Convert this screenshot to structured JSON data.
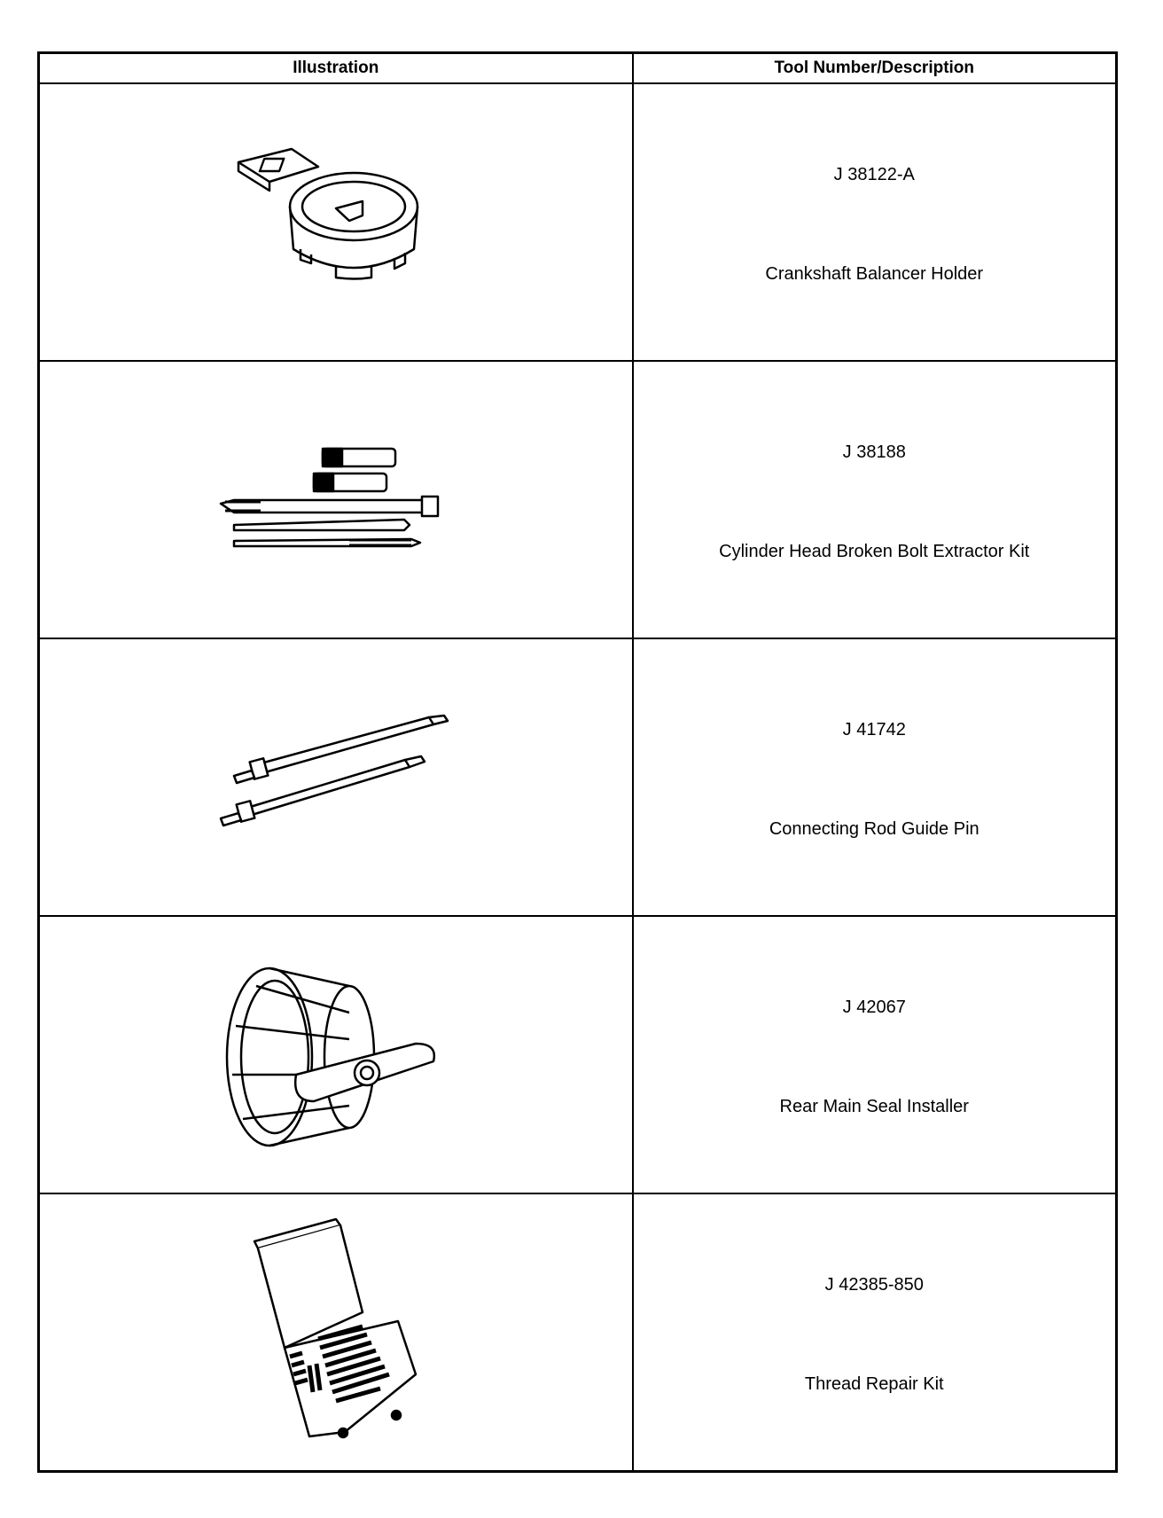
{
  "table": {
    "headers": {
      "illustration": "Illustration",
      "tool": "Tool Number/Description"
    },
    "rows": [
      {
        "number": "J 38122-A",
        "description": "Crankshaft Balancer Holder",
        "icon": "crankshaft-balancer-holder-icon"
      },
      {
        "number": "J 38188",
        "description": "Cylinder Head Broken Bolt Extractor Kit",
        "icon": "bolt-extractor-kit-icon"
      },
      {
        "number": "J 41742",
        "description": "Connecting Rod Guide Pin",
        "icon": "guide-pin-icon"
      },
      {
        "number": "J 42067",
        "description": "Rear Main Seal Installer",
        "icon": "seal-installer-icon"
      },
      {
        "number": "J 42385-850",
        "description": "Thread Repair Kit",
        "icon": "thread-repair-kit-icon"
      }
    ]
  }
}
